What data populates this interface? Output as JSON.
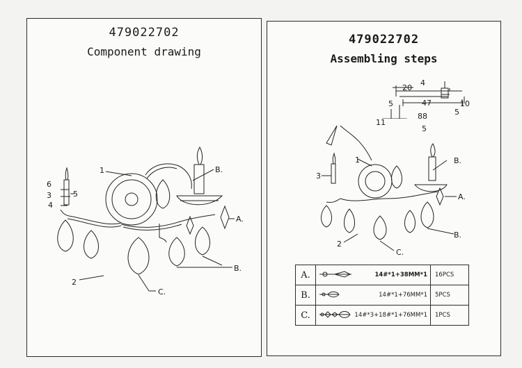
{
  "left": {
    "model": "479022702",
    "subtitle": "Component drawing",
    "labels": {
      "one": "1",
      "two": "2",
      "three": "3",
      "four": "4",
      "five": "5",
      "six": "6",
      "a": "A.",
      "b1": "B.",
      "b2": "B.",
      "c": "C."
    }
  },
  "right": {
    "model": "479022702",
    "subtitle": "Assembling steps",
    "dims": {
      "d20": "20",
      "d4": "4",
      "d5a": "5",
      "d47": "47",
      "d10": "10",
      "d88": "88",
      "d5b": "5",
      "d11": "11",
      "d5c": "5"
    },
    "labels": {
      "one": "1",
      "two": "2",
      "three": "3",
      "a": "A.",
      "b1": "B.",
      "b2": "B.",
      "c": "C."
    },
    "table": [
      {
        "key": "A.",
        "spec": "14#*1+38MM*1",
        "qty": "16PCS"
      },
      {
        "key": "B.",
        "spec": "14#*1+76MM*1",
        "qty": "5PCS"
      },
      {
        "key": "C.",
        "spec": "14#*3+18#*1+76MM*1",
        "qty": "1PCS"
      }
    ]
  }
}
